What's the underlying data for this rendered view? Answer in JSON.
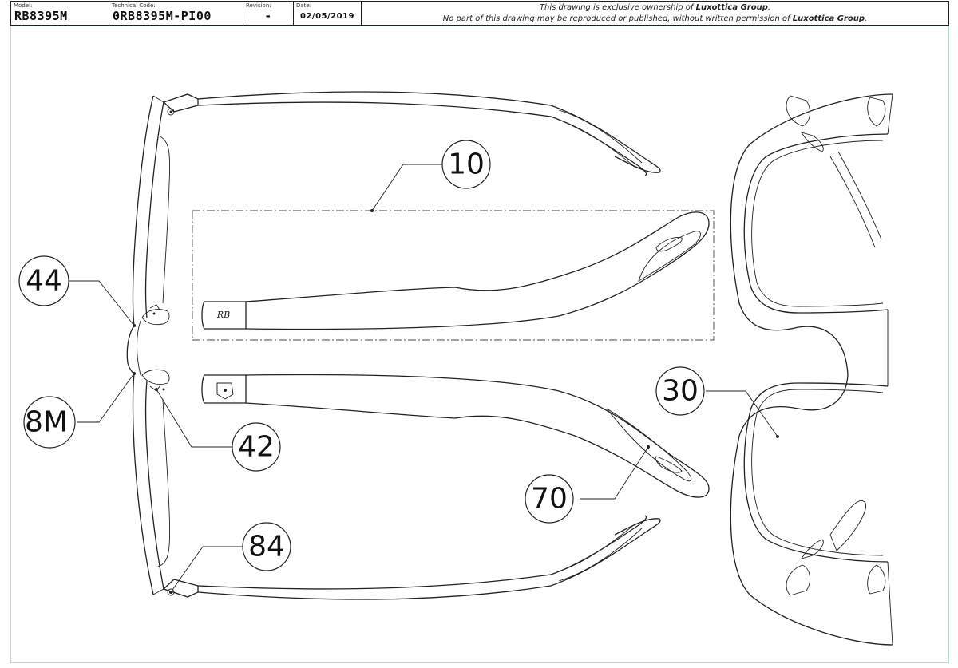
{
  "title_block": {
    "model_label": "Model:",
    "model_value": "RB8395M",
    "technical_code_label": "Technical Code:",
    "technical_code_value": "0RB8395M-PI00",
    "revision_label": "Revision:",
    "revision_value": "-",
    "date_label": "Date:",
    "date_value": "02/05/2019",
    "notice_line1_prefix": "This drawing is exclusive ownership of ",
    "notice_line1_company": "Luxottica Group",
    "notice_line1_suffix": ".",
    "notice_line2_prefix": "No part of this drawing may be reproduced or published, without written permission of ",
    "notice_line2_company": "Luxottica Group",
    "notice_line2_suffix": "."
  },
  "callouts": {
    "c10": "10",
    "c44": "44",
    "c8m": "8M",
    "c42": "42",
    "c84": "84",
    "c70": "70",
    "c30": "30"
  },
  "colors": {
    "line": "#222222",
    "border": "#bcd9d9"
  }
}
